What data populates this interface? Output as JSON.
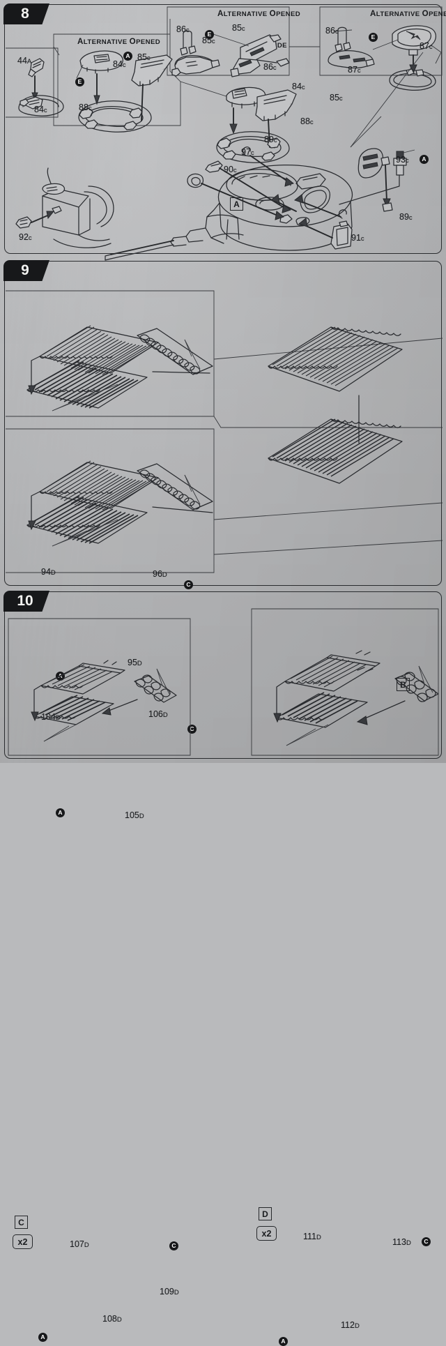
{
  "document": {
    "type": "model-kit-assembly-instructions",
    "sheet_background": "#b7b8ba",
    "ink_color": "#2a2c30"
  },
  "steps": [
    {
      "number": "8",
      "headings": [
        {
          "id": "alt-opened-left",
          "text": "ALTERNATIVE OPENED"
        },
        {
          "id": "alt-opened-mid",
          "text": "ALTERNATIVE OPENED"
        },
        {
          "id": "alt-opened-right",
          "text": "ALTERNATIVE OPENED"
        },
        {
          "id": "inside",
          "text": "INSIDE"
        }
      ],
      "markers": [
        {
          "id": "assembly-a",
          "label": "A",
          "shape": "square"
        }
      ],
      "glue_marks": [
        {
          "id": "g8-1",
          "label": "A"
        },
        {
          "id": "g8-2",
          "label": "E"
        },
        {
          "id": "g8-3",
          "label": "E"
        },
        {
          "id": "g8-4",
          "label": "E"
        },
        {
          "id": "g8-5",
          "label": "A"
        }
      ],
      "parts": [
        {
          "id": "p44a",
          "number": "44",
          "sprue": "A"
        },
        {
          "id": "p84c-1",
          "number": "84",
          "sprue": "c"
        },
        {
          "id": "p84c-2",
          "number": "84",
          "sprue": "c"
        },
        {
          "id": "p84c-3",
          "number": "84",
          "sprue": "c"
        },
        {
          "id": "p85c-1",
          "number": "85",
          "sprue": "c"
        },
        {
          "id": "p85c-2",
          "number": "85",
          "sprue": "c"
        },
        {
          "id": "p85c-3",
          "number": "85",
          "sprue": "c"
        },
        {
          "id": "p85c-4",
          "number": "85",
          "sprue": "c"
        },
        {
          "id": "p86c-1",
          "number": "86",
          "sprue": "c"
        },
        {
          "id": "p86c-2",
          "number": "86",
          "sprue": "c"
        },
        {
          "id": "p86c-3",
          "number": "86",
          "sprue": "c"
        },
        {
          "id": "p87c-1",
          "number": "87",
          "sprue": "c"
        },
        {
          "id": "p87c-2",
          "number": "87",
          "sprue": "c"
        },
        {
          "id": "p88c-1",
          "number": "88",
          "sprue": "c"
        },
        {
          "id": "p88c-2",
          "number": "88",
          "sprue": "c"
        },
        {
          "id": "p89c-1",
          "number": "89",
          "sprue": "c"
        },
        {
          "id": "p89c-2",
          "number": "89",
          "sprue": "c"
        },
        {
          "id": "p90c",
          "number": "90",
          "sprue": "c"
        },
        {
          "id": "p91c",
          "number": "91",
          "sprue": "c"
        },
        {
          "id": "p92c",
          "number": "92",
          "sprue": "c"
        },
        {
          "id": "p93c",
          "number": "93",
          "sprue": "c"
        },
        {
          "id": "p97c",
          "number": "97",
          "sprue": "c"
        }
      ]
    },
    {
      "number": "9",
      "markers": [
        {
          "id": "assembly-b",
          "label": "B",
          "shape": "square"
        }
      ],
      "glue_marks": [
        {
          "id": "g9-1",
          "label": "A"
        },
        {
          "id": "g9-2",
          "label": "C"
        },
        {
          "id": "g9-3",
          "label": "A"
        },
        {
          "id": "g9-4",
          "label": "C"
        }
      ],
      "parts": [
        {
          "id": "p94d",
          "number": "94",
          "sprue": "D"
        },
        {
          "id": "p95d",
          "number": "95",
          "sprue": "D"
        },
        {
          "id": "p96d",
          "number": "96",
          "sprue": "D"
        },
        {
          "id": "p104d",
          "number": "104",
          "sprue": "D"
        },
        {
          "id": "p105d",
          "number": "105",
          "sprue": "D"
        },
        {
          "id": "p106d",
          "number": "106",
          "sprue": "D"
        }
      ]
    },
    {
      "number": "10",
      "panels": [
        {
          "id": "panel-c",
          "marker": "C",
          "quantity": "x2"
        },
        {
          "id": "panel-d",
          "marker": "D",
          "quantity": "x2"
        }
      ],
      "glue_marks": [
        {
          "id": "g10-1",
          "label": "C"
        },
        {
          "id": "g10-2",
          "label": "A"
        },
        {
          "id": "g10-3",
          "label": "C"
        },
        {
          "id": "g10-4",
          "label": "A"
        }
      ],
      "parts": [
        {
          "id": "p107d",
          "number": "107",
          "sprue": "D"
        },
        {
          "id": "p108d",
          "number": "108",
          "sprue": "D"
        },
        {
          "id": "p109d",
          "number": "109",
          "sprue": "D"
        },
        {
          "id": "p111d",
          "number": "111",
          "sprue": "D"
        },
        {
          "id": "p112d",
          "number": "112",
          "sprue": "D"
        },
        {
          "id": "p113d",
          "number": "113",
          "sprue": "D"
        }
      ]
    }
  ]
}
